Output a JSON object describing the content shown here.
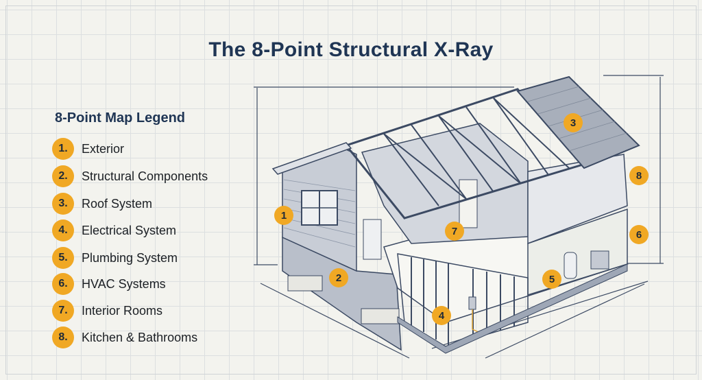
{
  "title": "The 8-Point Structural X-Ray",
  "legend": {
    "heading": "8-Point Map Legend",
    "items": [
      {
        "number": "1.",
        "label": "Exterior"
      },
      {
        "number": "2.",
        "label": "Structural Components"
      },
      {
        "number": "3.",
        "label": "Roof System"
      },
      {
        "number": "4.",
        "label": "Electrical System"
      },
      {
        "number": "5.",
        "label": "Plumbing System"
      },
      {
        "number": "6.",
        "label": "HVAC Systems"
      },
      {
        "number": "7.",
        "label": "Interior Rooms"
      },
      {
        "number": "8.",
        "label": "Kitchen & Bathrooms"
      }
    ]
  },
  "markers": [
    "1",
    "2",
    "3",
    "4",
    "5",
    "6",
    "7",
    "8"
  ],
  "colors": {
    "accent": "#f0a824",
    "navy": "#1f3554",
    "line": "#3c4a63"
  }
}
